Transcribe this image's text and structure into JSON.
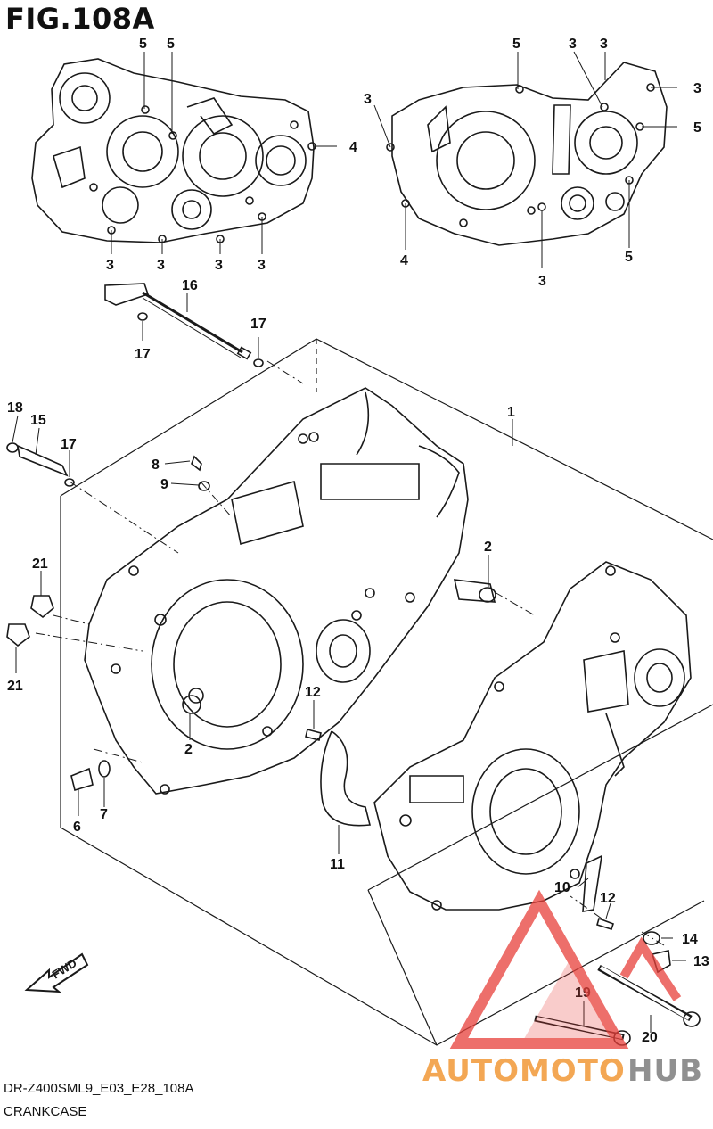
{
  "figure": {
    "title": "FIG.108A",
    "code": "DR-Z400SML9_E03_E28_108A",
    "name": "CRANKCASE"
  },
  "callouts": [
    {
      "id": "c-5a",
      "label": "5"
    },
    {
      "id": "c-5b",
      "label": "5"
    },
    {
      "id": "c-4a",
      "label": "4"
    },
    {
      "id": "c-3a",
      "label": "3"
    },
    {
      "id": "c-3b",
      "label": "3"
    },
    {
      "id": "c-3c",
      "label": "3"
    },
    {
      "id": "c-3d",
      "label": "3"
    },
    {
      "id": "c-5c",
      "label": "5"
    },
    {
      "id": "c-3e",
      "label": "3"
    },
    {
      "id": "c-3f",
      "label": "3"
    },
    {
      "id": "c-3g",
      "label": "3"
    },
    {
      "id": "c-3h",
      "label": "3"
    },
    {
      "id": "c-5d",
      "label": "5"
    },
    {
      "id": "c-4b",
      "label": "4"
    },
    {
      "id": "c-3i",
      "label": "3"
    },
    {
      "id": "c-5e",
      "label": "5"
    },
    {
      "id": "c-16",
      "label": "16"
    },
    {
      "id": "c-17a",
      "label": "17"
    },
    {
      "id": "c-17b",
      "label": "17"
    },
    {
      "id": "c-18",
      "label": "18"
    },
    {
      "id": "c-15",
      "label": "15"
    },
    {
      "id": "c-17c",
      "label": "17"
    },
    {
      "id": "c-1",
      "label": "1"
    },
    {
      "id": "c-8",
      "label": "8"
    },
    {
      "id": "c-9",
      "label": "9"
    },
    {
      "id": "c-2a",
      "label": "2"
    },
    {
      "id": "c-2b",
      "label": "2"
    },
    {
      "id": "c-21a",
      "label": "21"
    },
    {
      "id": "c-21b",
      "label": "21"
    },
    {
      "id": "c-12a",
      "label": "12"
    },
    {
      "id": "c-12b",
      "label": "12"
    },
    {
      "id": "c-6",
      "label": "6"
    },
    {
      "id": "c-7",
      "label": "7"
    },
    {
      "id": "c-11",
      "label": "11"
    },
    {
      "id": "c-10",
      "label": "10"
    },
    {
      "id": "c-14",
      "label": "14"
    },
    {
      "id": "c-13",
      "label": "13"
    },
    {
      "id": "c-19",
      "label": "19"
    },
    {
      "id": "c-20",
      "label": "20"
    }
  ],
  "fwd_label": "FWD",
  "watermark": {
    "part1": "AUTOMOTO",
    "part2": "HUB",
    "color_primary": "#f08a1c",
    "color_secondary": "#6b6b6b",
    "triangle_color": "#e8403a"
  },
  "colors": {
    "line": "#1a1a1a"
  }
}
